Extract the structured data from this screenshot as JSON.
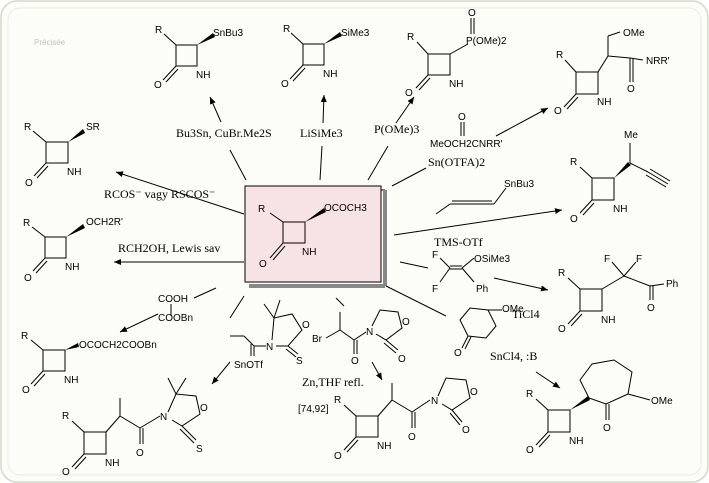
{
  "watermark": "Précisée",
  "reference": "[74,92]",
  "center": {
    "r": "R",
    "substituent": "OCOCH3",
    "o": "O",
    "nh": "NH"
  },
  "products": {
    "stannyl": {
      "r": "R",
      "sub": "SnBu3",
      "o": "O",
      "nh": "NH"
    },
    "silyl": {
      "r": "R",
      "sub": "SiMe3",
      "o": "O",
      "nh": "NH"
    },
    "phosphonate": {
      "r": "R",
      "sub": "P(OMe)2",
      "subo": "O",
      "o": "O",
      "nh": "NH"
    },
    "amide": {
      "r": "R",
      "ome": "OMe",
      "amide": "NRR'",
      "co": "O",
      "o": "O",
      "nh": "NH"
    },
    "thio": {
      "r": "R",
      "sub": "SR",
      "o": "O",
      "nh": "NH"
    },
    "alkyne": {
      "r": "R",
      "me": "Me",
      "o": "O",
      "nh": "NH"
    },
    "ether": {
      "r": "R",
      "sub": "OCH2R'",
      "o": "O",
      "nh": "NH"
    },
    "difluoro": {
      "r": "R",
      "f1": "F",
      "f2": "F",
      "ph": "Ph",
      "co": "O",
      "o": "O",
      "nh": "NH"
    },
    "malonyl": {
      "r": "R",
      "sub": "OCOCH2COOBn",
      "o": "O",
      "nh": "NH"
    },
    "cyclohexanone": {
      "r": "R",
      "ome": "OMe",
      "co": "O",
      "o": "O",
      "nh": "NH"
    },
    "oxazolidinone": {
      "r": "R",
      "o": "O",
      "nh": "NH",
      "n": "N",
      "ro": "O",
      "co": "O",
      "co2": "O"
    },
    "thiazolidinone": {
      "r": "R",
      "o": "O",
      "nh": "NH",
      "n": "N",
      "ro": "O",
      "s": "S",
      "co": "O"
    }
  },
  "reagents": {
    "bromo": {
      "br": "Br",
      "n": "N",
      "ro": "O",
      "co": "O",
      "co2": "O"
    },
    "enol": {
      "sn": "SnOTf",
      "n": "N",
      "ro": "O",
      "s": "S"
    },
    "malonic": {
      "l1": "COOH",
      "l2": "COOBn"
    },
    "silylketene": {
      "f1": "F",
      "f2": "F",
      "osi": "OSiMe3",
      "ph": "Ph"
    },
    "stannylbutene": {
      "sn": "SnBu3"
    },
    "ketone": {
      "ome": "OMe",
      "co": "O"
    },
    "amide": {
      "text": "MeOCH2CNRR'",
      "o": "O"
    }
  },
  "conditions": {
    "c1": "Bu3Sn, CuBr.Me2S",
    "c2": "LiSiMe3",
    "c3": "P(OMe)3",
    "c4": "Sn(OTFA)2",
    "c5": "RCOS⁻ vagy RSCOS⁻",
    "c6": "TMS-OTf",
    "c7": "RCH2OH, Lewis sav",
    "c8": "TiCl4",
    "c9": "SnCl4, :B",
    "c10": "Zn,THF refl."
  }
}
